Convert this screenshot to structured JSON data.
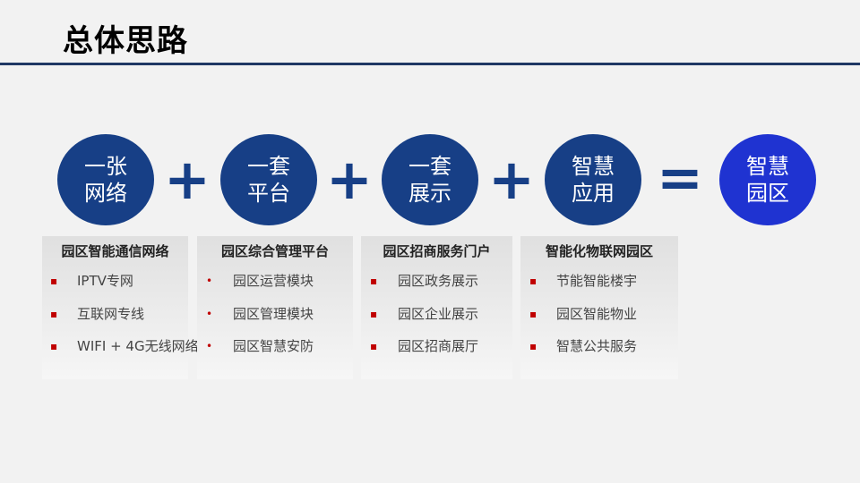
{
  "title": "总体思路",
  "equation": {
    "terms": [
      {
        "line1": "一张",
        "line2": "网络"
      },
      {
        "line1": "一套",
        "line2": "平台"
      },
      {
        "line1": "一套",
        "line2": "展示"
      },
      {
        "line1": "智慧",
        "line2": "应用"
      }
    ],
    "plus": "+",
    "equals": "=",
    "result": {
      "line1": "智慧",
      "line2": "园区"
    }
  },
  "columns": [
    {
      "title": "园区智能通信网络",
      "bullet": "▪",
      "items": [
        "IPTV专网",
        "互联网专线",
        "WIFI + 4G无线网络"
      ]
    },
    {
      "title": "园区综合管理平台",
      "bullet": "•",
      "items": [
        "园区运营模块",
        "园区管理模块",
        "园区智慧安防"
      ]
    },
    {
      "title": "园区招商服务门户",
      "bullet": "▪",
      "items": [
        "园区政务展示",
        "园区企业展示",
        "园区招商展厅"
      ]
    },
    {
      "title": "智能化物联网园区",
      "bullet": "▪",
      "items": [
        "节能智能楼宇",
        "园区智能物业",
        "智慧公共服务"
      ]
    }
  ],
  "colors": {
    "primary": "#173f86",
    "result": "#1f33d1",
    "bullet": "#c00000",
    "rule": "#1f3864"
  }
}
